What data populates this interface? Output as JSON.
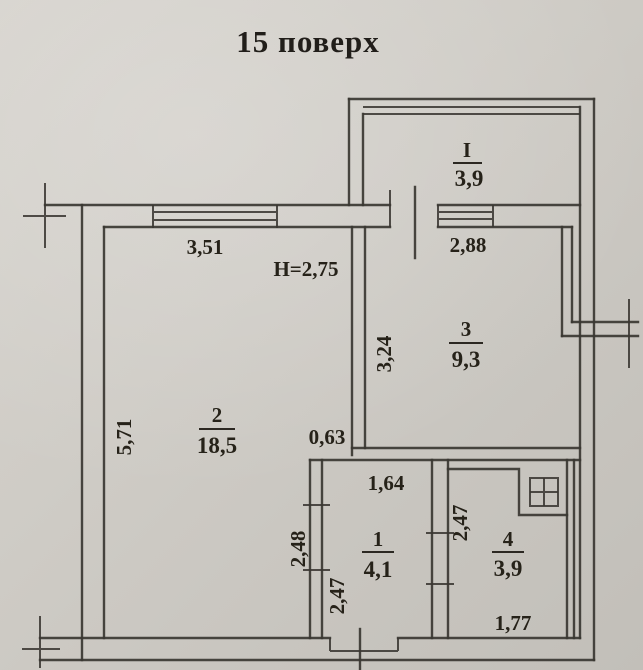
{
  "title": "15 поверх",
  "ceiling_height_label": "H=2,75",
  "rooms": {
    "balcony": {
      "number": "I",
      "area": "3,9"
    },
    "living": {
      "number": "2",
      "area": "18,5"
    },
    "kitchen": {
      "number": "3",
      "area": "9,3"
    },
    "hall": {
      "number": "1",
      "area": "4,1"
    },
    "bathroom": {
      "number": "4",
      "area": "3,9"
    }
  },
  "dimensions": {
    "living_top_width": "3,51",
    "living_left_height": "5,71",
    "kitchen_top_width": "2,88",
    "kitchen_left_height": "3,24",
    "wall_segment": "0,63",
    "hall_top_width": "1,64",
    "hall_left_height_outer": "2,48",
    "hall_left_height_inner": "2,47",
    "bathroom_left_height": "2,47",
    "bathroom_bottom_width": "1,77"
  },
  "icons": {
    "vent_shaft": "vent-shaft-icon"
  },
  "colors": {
    "paper": "#cfccc6",
    "line": "#3a3732",
    "text": "#262219"
  }
}
